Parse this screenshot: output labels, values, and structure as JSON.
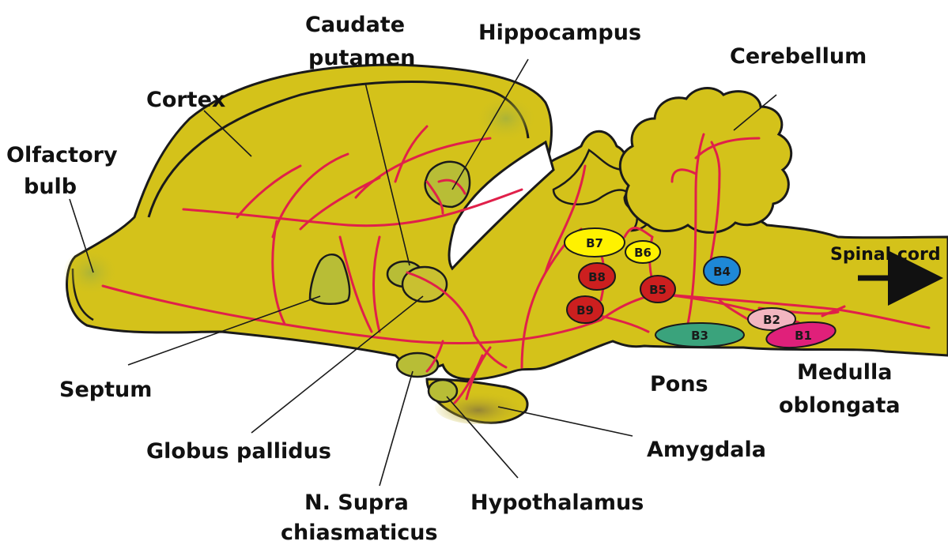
{
  "colors": {
    "brain_fill": "#d4c21a",
    "brain_outline": "#1a1a1a",
    "fiber": "#e0204a",
    "shade": "#8a8a30",
    "B1": "#e0207a",
    "B2": "#f2b6c0",
    "B3": "#3aa37c",
    "B4": "#1e88d6",
    "B5": "#cc1f1f",
    "B6": "#fff200",
    "B7": "#fff200",
    "B8": "#cc1f1f",
    "B9": "#cc1f1f"
  },
  "labels": {
    "olfactory_bulb": [
      "Olfactory",
      "bulb"
    ],
    "cortex": "Cortex",
    "caudate_putamen": [
      "Caudate",
      "putamen"
    ],
    "hippocampus": "Hippocampus",
    "cerebellum": "Cerebellum",
    "spinal_cord": "Spinal cord",
    "septum": "Septum",
    "globus_pallidus": "Globus pallidus",
    "n_supra_chiasmaticus": [
      "N. Supra",
      "chiasmaticus"
    ],
    "hypothalamus": "Hypothalamus",
    "amygdala": "Amygdala",
    "pons": "Pons",
    "medulla_oblongata": [
      "Medulla",
      "oblongata"
    ]
  },
  "nuclei": {
    "B1": "B1",
    "B2": "B2",
    "B3": "B3",
    "B4": "B4",
    "B5": "B5",
    "B6": "B6",
    "B7": "B7",
    "B8": "B8",
    "B9": "B9"
  },
  "icons": {
    "spinal_cord_arrow": "arrow-right-icon"
  }
}
